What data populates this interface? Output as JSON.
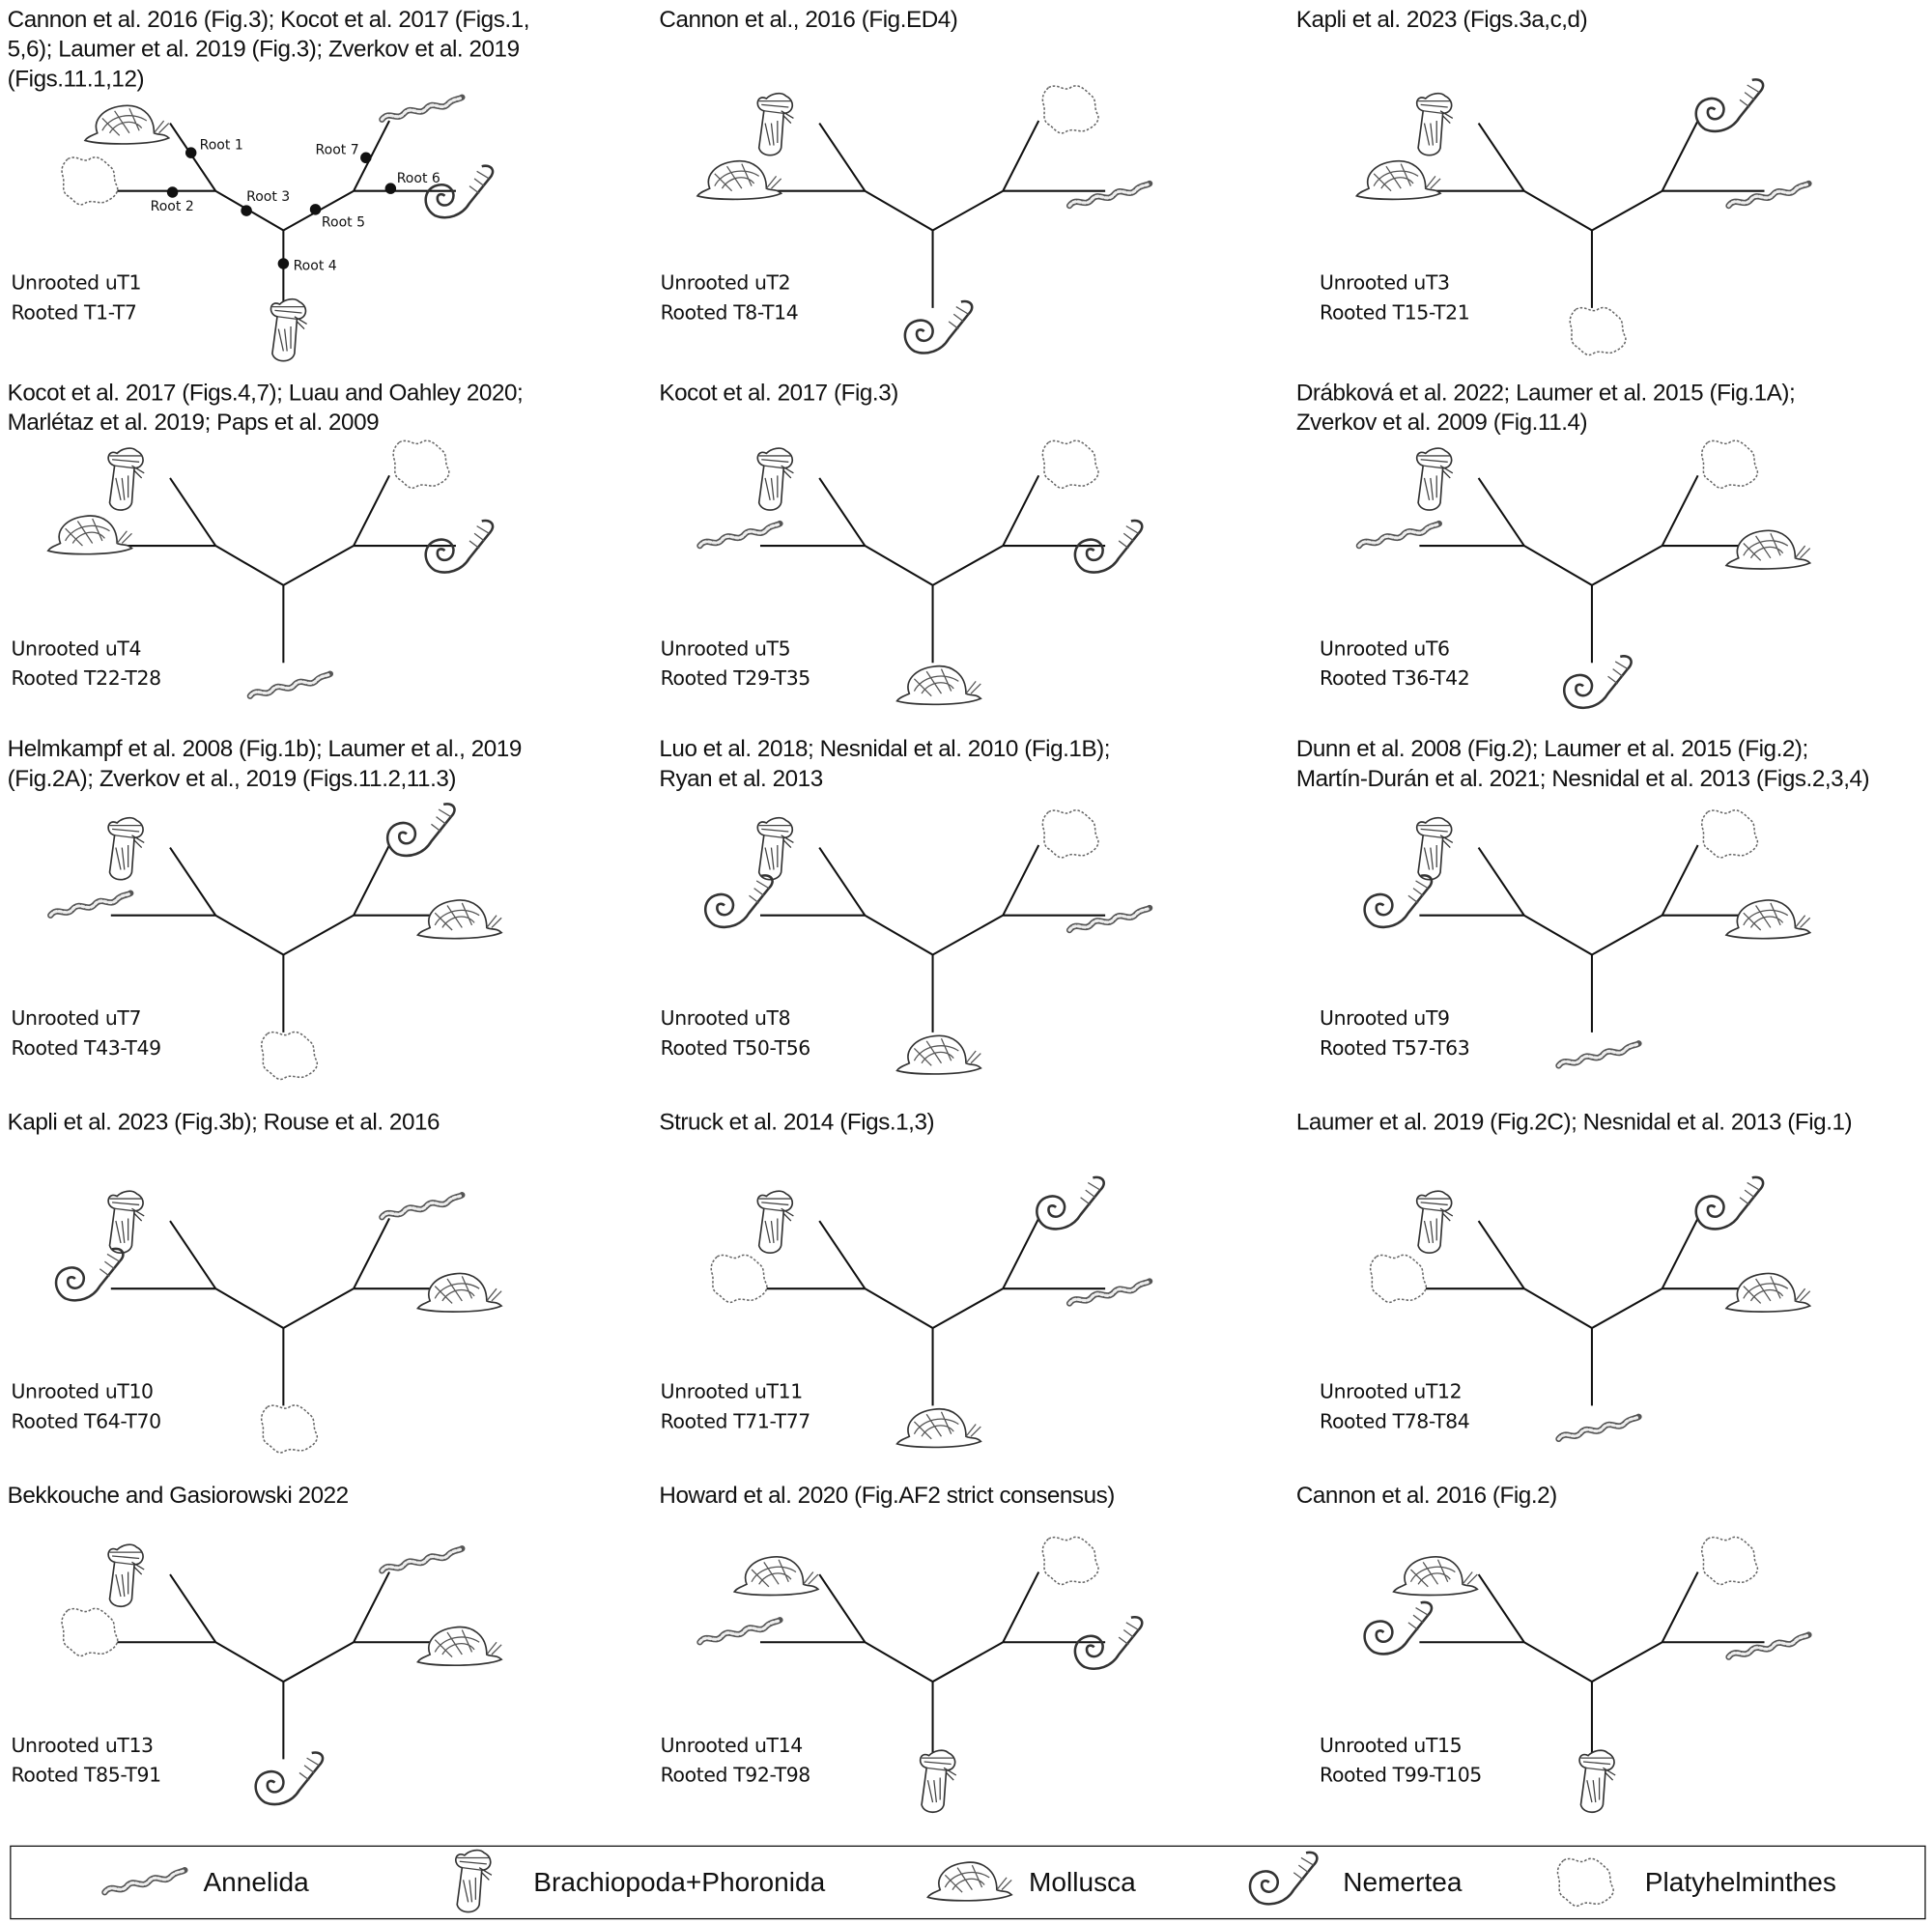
{
  "taxa": {
    "annelida": "Annelida",
    "brachiopoda": "Brachiopoda+Phoronida",
    "mollusca": "Mollusca",
    "nemertea": "Nemertea",
    "platyhelminthes": "Platyhelminthes"
  },
  "root_labels": [
    "Root 1",
    "Root 2",
    "Root 3",
    "Root 4",
    "Root 5",
    "Root 6",
    "Root 7"
  ],
  "panels": [
    {
      "title": [
        "Cannon et al. 2016 (Fig.3); Kocot et al. 2017 (Figs.1,",
        "5,6); Laumer et al. 2019 (Fig.3); Zverkov et al. 2019",
        "(Figs.11.1,12)"
      ],
      "unrooted": "Unrooted uT1",
      "rooted": "Rooted T1-T7",
      "leaves": {
        "tl": "mollusca",
        "l": "platyhelminthes",
        "tr": "annelida",
        "r": "nemertea",
        "b": "brachiopoda"
      }
    },
    {
      "title": [
        "Cannon et al., 2016 (Fig.ED4)"
      ],
      "unrooted": "Unrooted uT2",
      "rooted": "Rooted T8-T14",
      "leaves": {
        "tl": "brachiopoda",
        "l": "mollusca",
        "tr": "platyhelminthes",
        "r": "annelida",
        "b": "nemertea"
      }
    },
    {
      "title": [
        "Kapli et al. 2023 (Figs.3a,c,d)"
      ],
      "unrooted": "Unrooted uT3",
      "rooted": "Rooted T15-T21",
      "leaves": {
        "tl": "brachiopoda",
        "l": "mollusca",
        "tr": "nemertea",
        "r": "annelida",
        "b": "platyhelminthes"
      }
    },
    {
      "title": [
        "Kocot et al. 2017 (Figs.4,7); Luau and Oahley 2020;",
        "Marlétaz et al. 2019; Paps et al. 2009"
      ],
      "unrooted": "Unrooted uT4",
      "rooted": "Rooted T22-T28",
      "leaves": {
        "tl": "brachiopoda",
        "l": "mollusca",
        "tr": "platyhelminthes",
        "r": "nemertea",
        "b": "annelida"
      }
    },
    {
      "title": [
        "Kocot et al. 2017 (Fig.3)"
      ],
      "unrooted": "Unrooted uT5",
      "rooted": "Rooted T29-T35",
      "leaves": {
        "tl": "brachiopoda",
        "l": "annelida",
        "tr": "platyhelminthes",
        "r": "nemertea",
        "b": "mollusca"
      }
    },
    {
      "title": [
        "Drábková et al. 2022; Laumer et al. 2015 (Fig.1A);",
        "Zverkov et al. 2009 (Fig.11.4)"
      ],
      "unrooted": "Unrooted uT6",
      "rooted": "Rooted T36-T42",
      "leaves": {
        "tl": "brachiopoda",
        "l": "annelida",
        "tr": "platyhelminthes",
        "r": "mollusca",
        "b": "nemertea"
      }
    },
    {
      "title": [
        "Helmkampf et al. 2008 (Fig.1b); Laumer et al., 2019",
        "(Fig.2A); Zverkov et al., 2019 (Figs.11.2,11.3)"
      ],
      "unrooted": "Unrooted uT7",
      "rooted": "Rooted T43-T49",
      "leaves": {
        "tl": "brachiopoda",
        "l": "annelida",
        "tr": "nemertea",
        "r": "mollusca",
        "b": "platyhelminthes"
      }
    },
    {
      "title": [
        "Luo et al. 2018; Nesnidal et al. 2010 (Fig.1B);",
        "Ryan et al. 2013"
      ],
      "unrooted": "Unrooted uT8",
      "rooted": "Rooted T50-T56",
      "leaves": {
        "tl": "brachiopoda",
        "l": "nemertea",
        "tr": "platyhelminthes",
        "r": "annelida",
        "b": "mollusca"
      }
    },
    {
      "title": [
        "Dunn et al. 2008 (Fig.2); Laumer et al. 2015 (Fig.2);",
        "Martín-Durán et al. 2021; Nesnidal et al. 2013 (Figs.2,3,4)"
      ],
      "unrooted": "Unrooted uT9",
      "rooted": "Rooted T57-T63",
      "leaves": {
        "tl": "brachiopoda",
        "l": "nemertea",
        "tr": "platyhelminthes",
        "r": "mollusca",
        "b": "annelida"
      }
    },
    {
      "title": [
        "Kapli et al. 2023 (Fig.3b); Rouse et al. 2016"
      ],
      "unrooted": "Unrooted uT10",
      "rooted": "Rooted T64-T70",
      "leaves": {
        "tl": "brachiopoda",
        "l": "nemertea",
        "tr": "annelida",
        "r": "mollusca",
        "b": "platyhelminthes"
      }
    },
    {
      "title": [
        "Struck et al. 2014 (Figs.1,3)"
      ],
      "unrooted": "Unrooted uT11",
      "rooted": "Rooted T71-T77",
      "leaves": {
        "tl": "brachiopoda",
        "l": "platyhelminthes",
        "tr": "nemertea",
        "r": "annelida",
        "b": "mollusca"
      }
    },
    {
      "title": [
        "Laumer et al. 2019 (Fig.2C); Nesnidal et al. 2013 (Fig.1)"
      ],
      "unrooted": "Unrooted uT12",
      "rooted": "Rooted T78-T84",
      "leaves": {
        "tl": "brachiopoda",
        "l": "platyhelminthes",
        "tr": "nemertea",
        "r": "mollusca",
        "b": "annelida"
      }
    },
    {
      "title": [
        "Bekkouche and Gasiorowski 2022"
      ],
      "unrooted": "Unrooted uT13",
      "rooted": "Rooted T85-T91",
      "leaves": {
        "tl": "brachiopoda",
        "l": "platyhelminthes",
        "tr": "annelida",
        "r": "mollusca",
        "b": "nemertea"
      }
    },
    {
      "title": [
        "Howard et al. 2020 (Fig.AF2 strict consensus)"
      ],
      "unrooted": "Unrooted uT14",
      "rooted": "Rooted T92-T98",
      "leaves": {
        "tl": "mollusca",
        "l": "annelida",
        "tr": "platyhelminthes",
        "r": "nemertea",
        "b": "brachiopoda"
      }
    },
    {
      "title": [
        "Cannon et al. 2016 (Fig.2)"
      ],
      "unrooted": "Unrooted uT15",
      "rooted": "Rooted T99-T105",
      "leaves": {
        "tl": "mollusca",
        "l": "nemertea",
        "tr": "platyhelminthes",
        "r": "annelida",
        "b": "brachiopoda"
      }
    }
  ],
  "legend": [
    "annelida",
    "brachiopoda",
    "mollusca",
    "nemertea",
    "platyhelminthes"
  ]
}
